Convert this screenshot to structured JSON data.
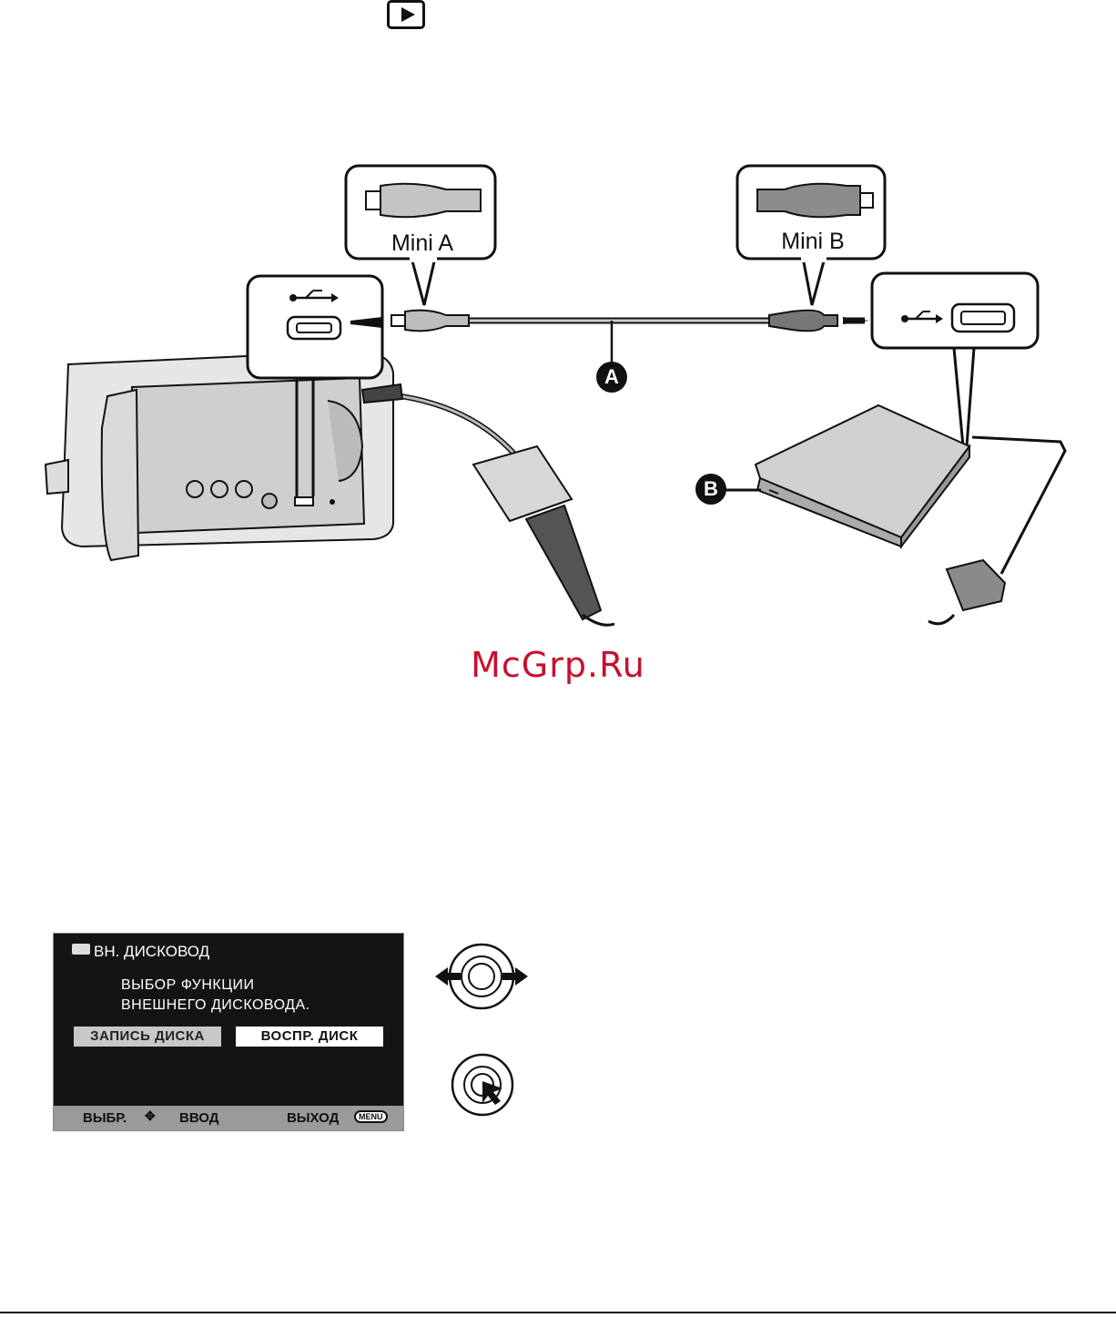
{
  "diagram": {
    "plug_a_label": "Mini A",
    "plug_b_label": "Mini B",
    "marker_a": "A",
    "marker_b": "B"
  },
  "watermark": "McGrp.Ru",
  "screen": {
    "title": "ВН. ДИСКОВОД",
    "message_line1": "ВЫБОР ФУНКЦИИ",
    "message_line2": "ВНЕШНЕГО ДИСКОВОДА.",
    "option_record": "ЗАПИСЬ ДИСКА",
    "option_play": "ВОСПР. ДИСК",
    "footer_select": "ВЫБР.",
    "footer_enter": "ВВОД",
    "footer_exit": "ВЫХОД",
    "footer_menu": "MENU"
  },
  "icons": [
    "play-mode-icon",
    "usb-icon",
    "joystick-left-right-icon",
    "joystick-press-icon"
  ]
}
